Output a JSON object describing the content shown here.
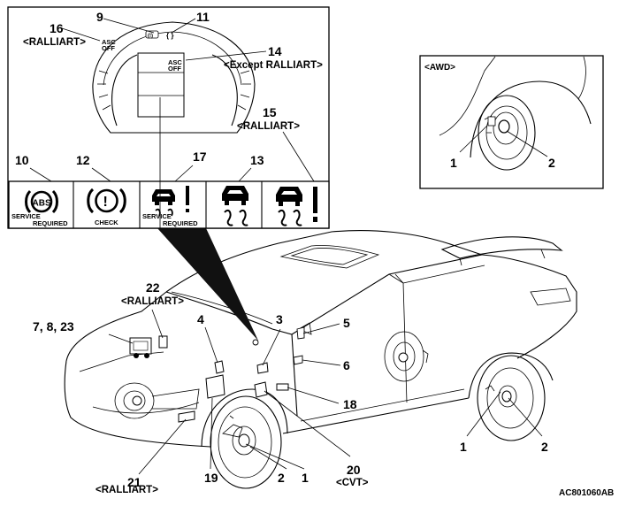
{
  "diagram_code": "AC801060AB",
  "inset_awd": {
    "title": "<AWD>",
    "callouts": [
      "1",
      "2"
    ]
  },
  "cluster": {
    "callout_9": "9",
    "callout_11": "11",
    "callout_16": "16",
    "callout_16_note": "<RALLIART>",
    "callout_14": "14",
    "callout_14_note": "<Except RALLIART>",
    "callout_15": "15",
    "callout_15_note": "<RALLIART>",
    "asc_off_small": [
      "ASC",
      "OFF"
    ],
    "asc_off_display": [
      "ASC",
      "OFF"
    ]
  },
  "warning_lamps": {
    "callouts": [
      "10",
      "12",
      "17",
      "13"
    ],
    "abs_lamp": {
      "symbol": "ABS",
      "line1": "SERVICE",
      "line2": "REQUIRED"
    },
    "brake_lamp": {
      "symbol": "!",
      "caption": "CHECK"
    },
    "asc_warning_lamp": {
      "line1": "SERVICE",
      "line2": "REQUIRED"
    }
  },
  "car": {
    "callouts": {
      "c22": "22",
      "c22_note": "<RALLIART>",
      "c7_8_23": "7, 8, 23",
      "c4": "4",
      "c3": "3",
      "c5": "5",
      "c6": "6",
      "c18": "18",
      "c20": "20",
      "c20_note": "<CVT>",
      "c1_front": "1",
      "c2_front": "2",
      "c19": "19",
      "c21": "21",
      "c21_note": "<RALLIART>",
      "c1_rear": "1",
      "c2_rear": "2"
    }
  }
}
